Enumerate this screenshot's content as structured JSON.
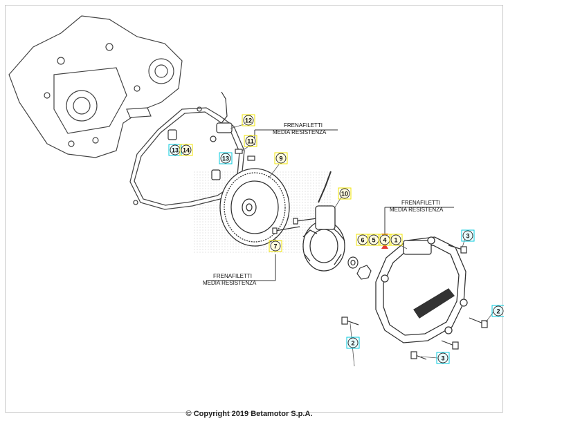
{
  "notes": [
    {
      "line1": "FRENAFILETTI",
      "line2": "MEDIA RESISTENZA"
    },
    {
      "line1": "FRENAFILETTI",
      "line2": "MEDIA RESISTENZA"
    },
    {
      "line1": "FRENAFILETTI",
      "line2": "MEDIA RESISTENZA"
    }
  ],
  "callouts": [
    {
      "label": "12",
      "style": "yellow"
    },
    {
      "label": "11",
      "style": "yellow"
    },
    {
      "label": "13",
      "style": "cyan"
    },
    {
      "label": "14",
      "style": "yellow"
    },
    {
      "label": "13",
      "style": "cyan"
    },
    {
      "label": "9",
      "style": "yellow"
    },
    {
      "label": "10",
      "style": "yellow"
    },
    {
      "label": "7",
      "style": "yellow"
    },
    {
      "label": "6",
      "style": "yellow"
    },
    {
      "label": "5",
      "style": "yellow"
    },
    {
      "label": "4",
      "style": "yellow"
    },
    {
      "label": "1",
      "style": "yellow"
    },
    {
      "label": "3",
      "style": "cyan"
    },
    {
      "label": "2",
      "style": "cyan"
    },
    {
      "label": "2",
      "style": "cyan"
    },
    {
      "label": "3",
      "style": "cyan"
    }
  ],
  "colors": {
    "yellow": "#f2e400",
    "cyan": "#00c8dc",
    "line": "#333333",
    "marker": "#e53935"
  },
  "footer": {
    "copyright": "© Copyright 2019 Betamotor S.p.A."
  }
}
